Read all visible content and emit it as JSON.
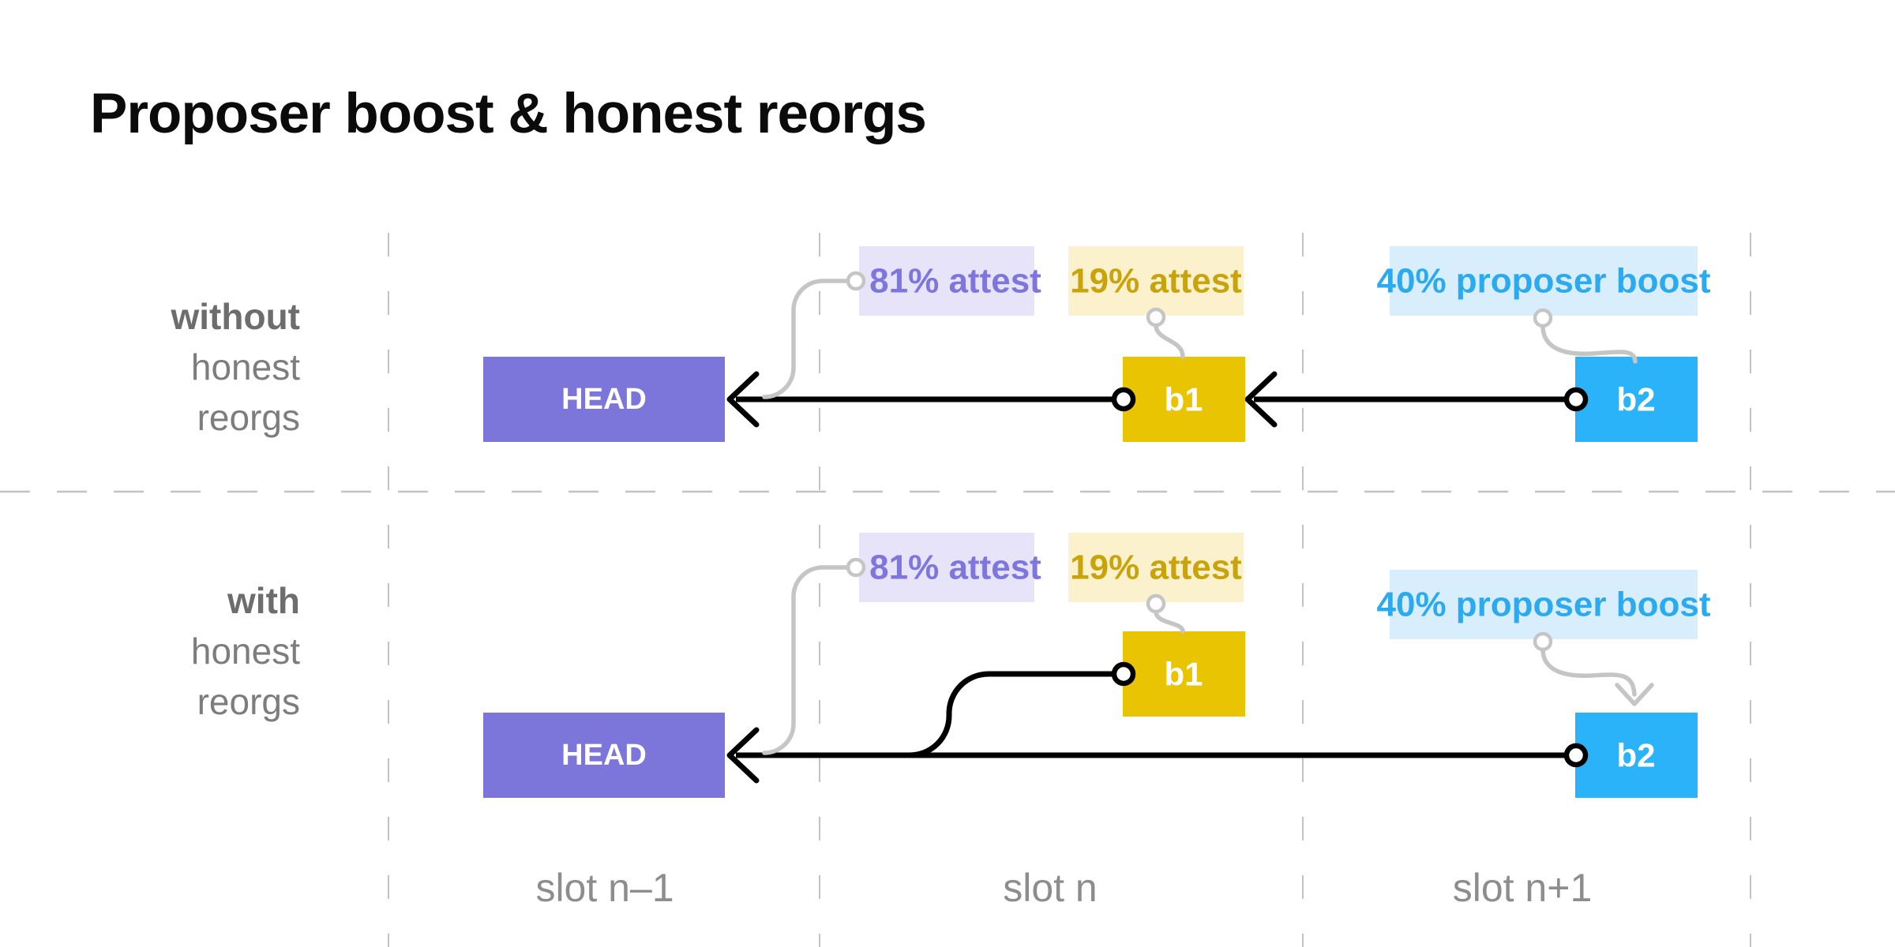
{
  "title": "Proposer boost & honest reorgs",
  "row_without": {
    "word1": "without",
    "word2": "honest",
    "word3": "reorgs"
  },
  "row_with": {
    "word1": "with",
    "word2": "honest",
    "word3": "reorgs"
  },
  "blocks": {
    "head": "HEAD",
    "b1": "b1",
    "b2": "b2"
  },
  "badges": {
    "attest81": "81% attest",
    "attest19": "19% attest",
    "boost40": "40% proposer boost"
  },
  "slots": {
    "prev": "slot n–1",
    "current": "slot n",
    "next": "slot n+1"
  },
  "colors": {
    "title": "#0b0b0b",
    "head": "#7c75da",
    "b1": "#e8c402",
    "b2": "#2ab3f8",
    "badge81_bg": "#e7e4fa",
    "badge81_text": "#7e76dd",
    "badge19_bg": "#fbf1cd",
    "badge19_text": "#c8a40a",
    "badge40_bg": "#d9eefc",
    "badge40_text": "#2baaf0",
    "connector": "#c5c5c5",
    "dash": "#c2c2c2",
    "arrow": "#000000",
    "row_bold": "#6d6d6d",
    "row_regular": "#7d7d7d",
    "slot": "#8d8d8d"
  }
}
